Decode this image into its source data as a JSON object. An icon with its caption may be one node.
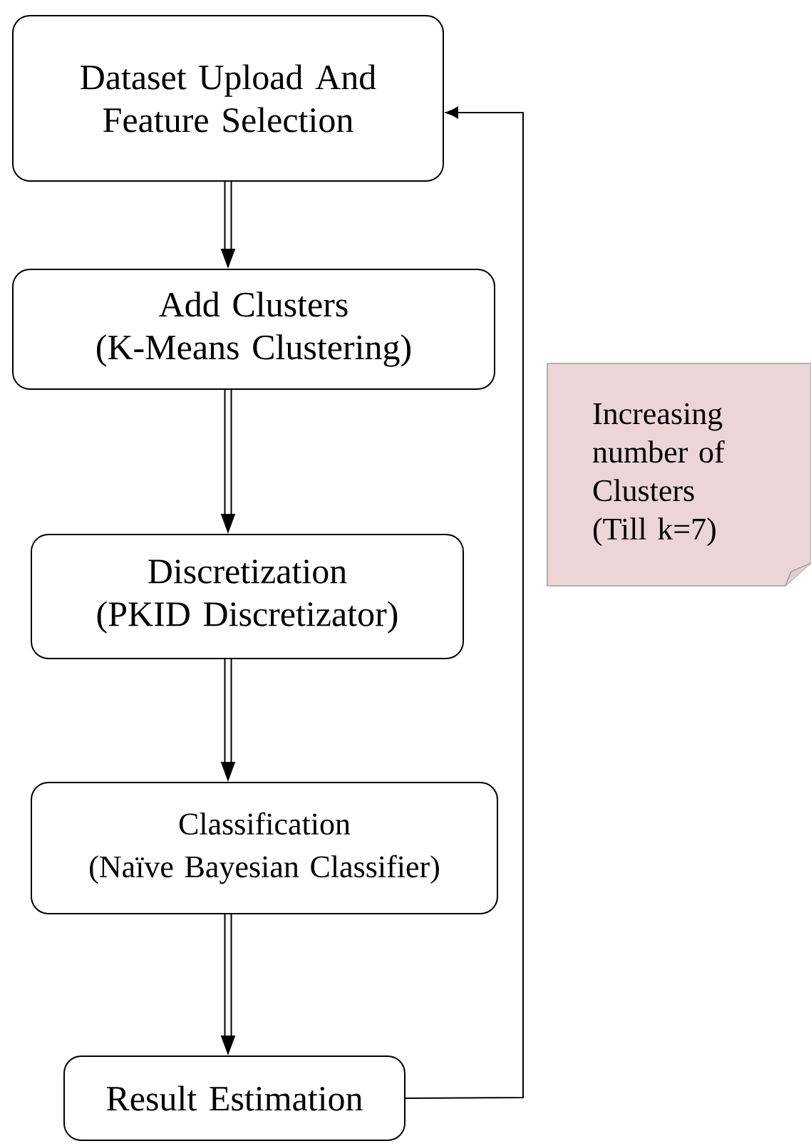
{
  "diagram": {
    "nodes": [
      {
        "text": [
          "Dataset Upload And Feature Selection"
        ]
      },
      {
        "text": [
          "Add Clusters",
          "(K-Means Clustering)"
        ]
      },
      {
        "text": [
          "Discretization",
          "(PKID Discretizator)"
        ]
      },
      {
        "text": [
          "Classification",
          "(Naïve Bayesian Classifier)"
        ]
      },
      {
        "text": [
          "Result Estimation"
        ]
      },
      {
        "text": [
          "Increasing number of Clusters (Till k=7)"
        ]
      }
    ],
    "edges": [
      {
        "from": 0,
        "to": 1,
        "arrow": "to"
      },
      {
        "from": 1,
        "to": 2,
        "arrow": "to"
      },
      {
        "from": 2,
        "to": 3,
        "arrow": "to"
      },
      {
        "from": 3,
        "to": 4,
        "arrow": "to"
      },
      {
        "from": 4,
        "to": 0,
        "arrow": "to"
      }
    ]
  }
}
